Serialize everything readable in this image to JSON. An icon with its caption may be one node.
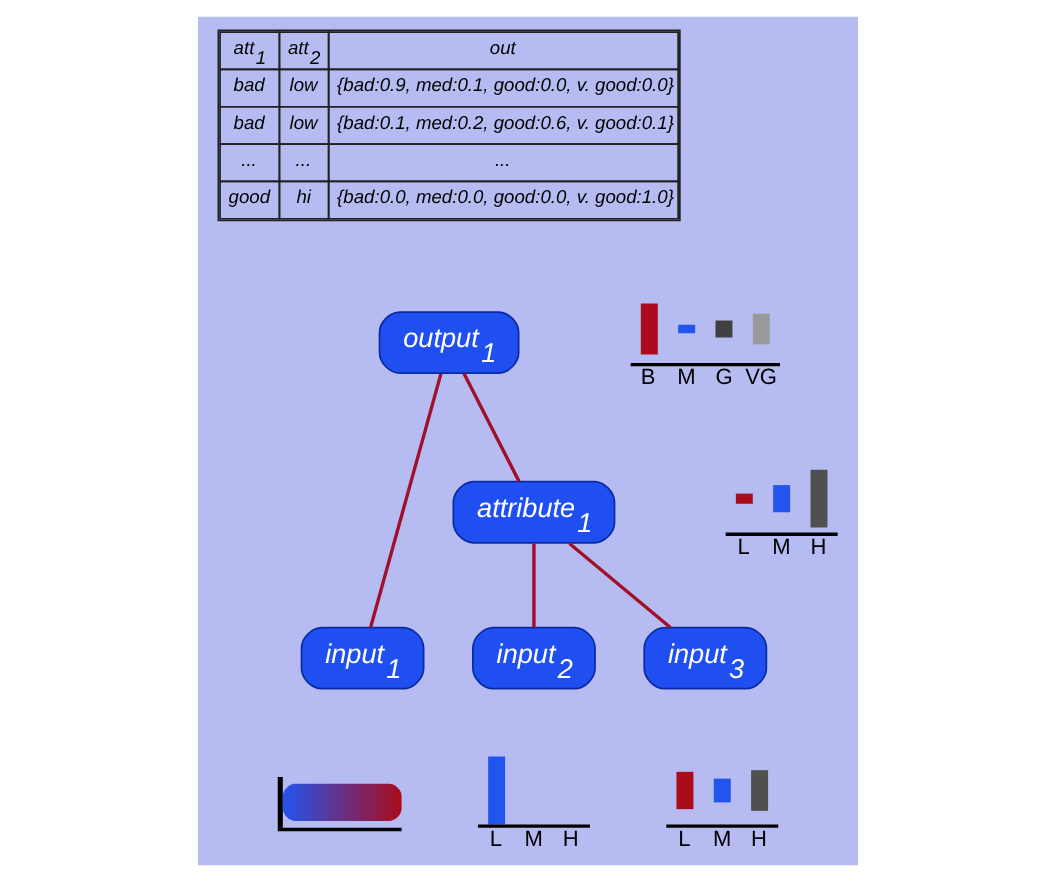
{
  "diagram": {
    "nodes": [
      {
        "text": [
          "output$_{1}$"
        ],
        "beside": [
          "B",
          "M",
          "G",
          "VG"
        ]
      },
      {
        "text": [
          "attribute$_{1}$"
        ],
        "beside": [
          "L",
          "M",
          "H"
        ]
      },
      {
        "text": [
          "input$_{1}$"
        ]
      },
      {
        "text": [
          "input$_{2}$"
        ],
        "beside": [
          "L",
          "M",
          "H"
        ]
      },
      {
        "text": [
          "input$_{3}$"
        ],
        "beside": [
          "L",
          "M",
          "H"
        ]
      },
      {
        "text": [],
        "shape": "picture"
      }
    ],
    "edges": [
      {
        "from": 0,
        "to": 2,
        "arrow": "none"
      },
      {
        "from": 0,
        "to": 1,
        "arrow": "none"
      },
      {
        "from": 1,
        "to": 3,
        "arrow": "none"
      },
      {
        "from": 1,
        "to": 4,
        "arrow": "none"
      }
    ],
    "labels": [
      "att$_{1}$",
      "att$_{2}$",
      "out",
      "bad",
      "low",
      "{bad:0.9, med:0.1, good:0.0, v. good:0.0}",
      "bad",
      "low",
      "{bad:0.1, med:0.2, good:0.6, v. good:0.1}",
      "...",
      "...",
      "...",
      "good",
      "hi",
      "{bad:0.0, med:0.0, good:0.0, v. good:1.0}"
    ]
  }
}
